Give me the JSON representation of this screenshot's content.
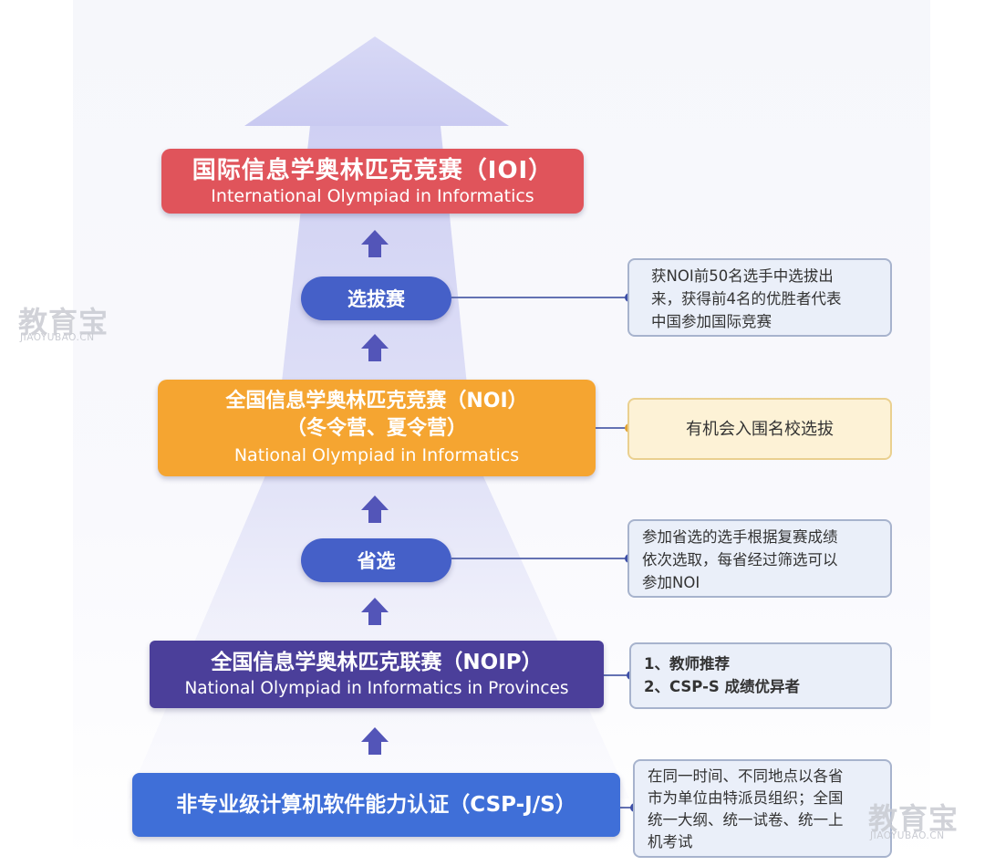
{
  "boxes": {
    "ioi": {
      "zh": "国际信息学奥林匹克竞赛（IOI）",
      "en": "International Olympiad in Informatics"
    },
    "selection": {
      "label": "选拔赛"
    },
    "noi": {
      "zh_line1": "全国信息学奥林匹克竞赛（NOI）",
      "zh_line2": "（冬令营、夏令营）",
      "en": "National Olympiad in Informatics"
    },
    "province": {
      "label": "省选"
    },
    "noip": {
      "zh": "全国信息学奥林匹克联赛（NOIP）",
      "en": "National Olympiad in Informatics in Provinces"
    },
    "csp": {
      "zh": "非专业级计算机软件能力认证（CSP-J/S）"
    }
  },
  "notes": {
    "selection": [
      "获NOI前50名选手中选拔出",
      "来，获得前4名的优胜者代表",
      "中国参加国际竞赛"
    ],
    "noi": "有机会入围名校选拔",
    "province": [
      "参加省选的选手根据复赛成绩",
      "依次选取，每省经过筛选可以",
      "参加NOI"
    ],
    "noip": [
      "1、教师推荐",
      "2、CSP-S 成绩优异者"
    ],
    "csp": [
      "在同一时间、不同地点以各省",
      "市为单位由特派员组织；全国",
      "统一大纲、统一试卷、统一上",
      "机考试"
    ]
  },
  "watermark": {
    "main": "教育宝",
    "sub": "JIAOYUBAO.CN"
  },
  "colors": {
    "ioi": "#e0545b",
    "noi": "#f5a531",
    "noip": "#4b3f9a",
    "csp": "#3f6fd8",
    "pill": "#4560c8",
    "arrow": "#5355b8",
    "big_arrow": "#d4d5f5",
    "connector": "#6472b3"
  }
}
